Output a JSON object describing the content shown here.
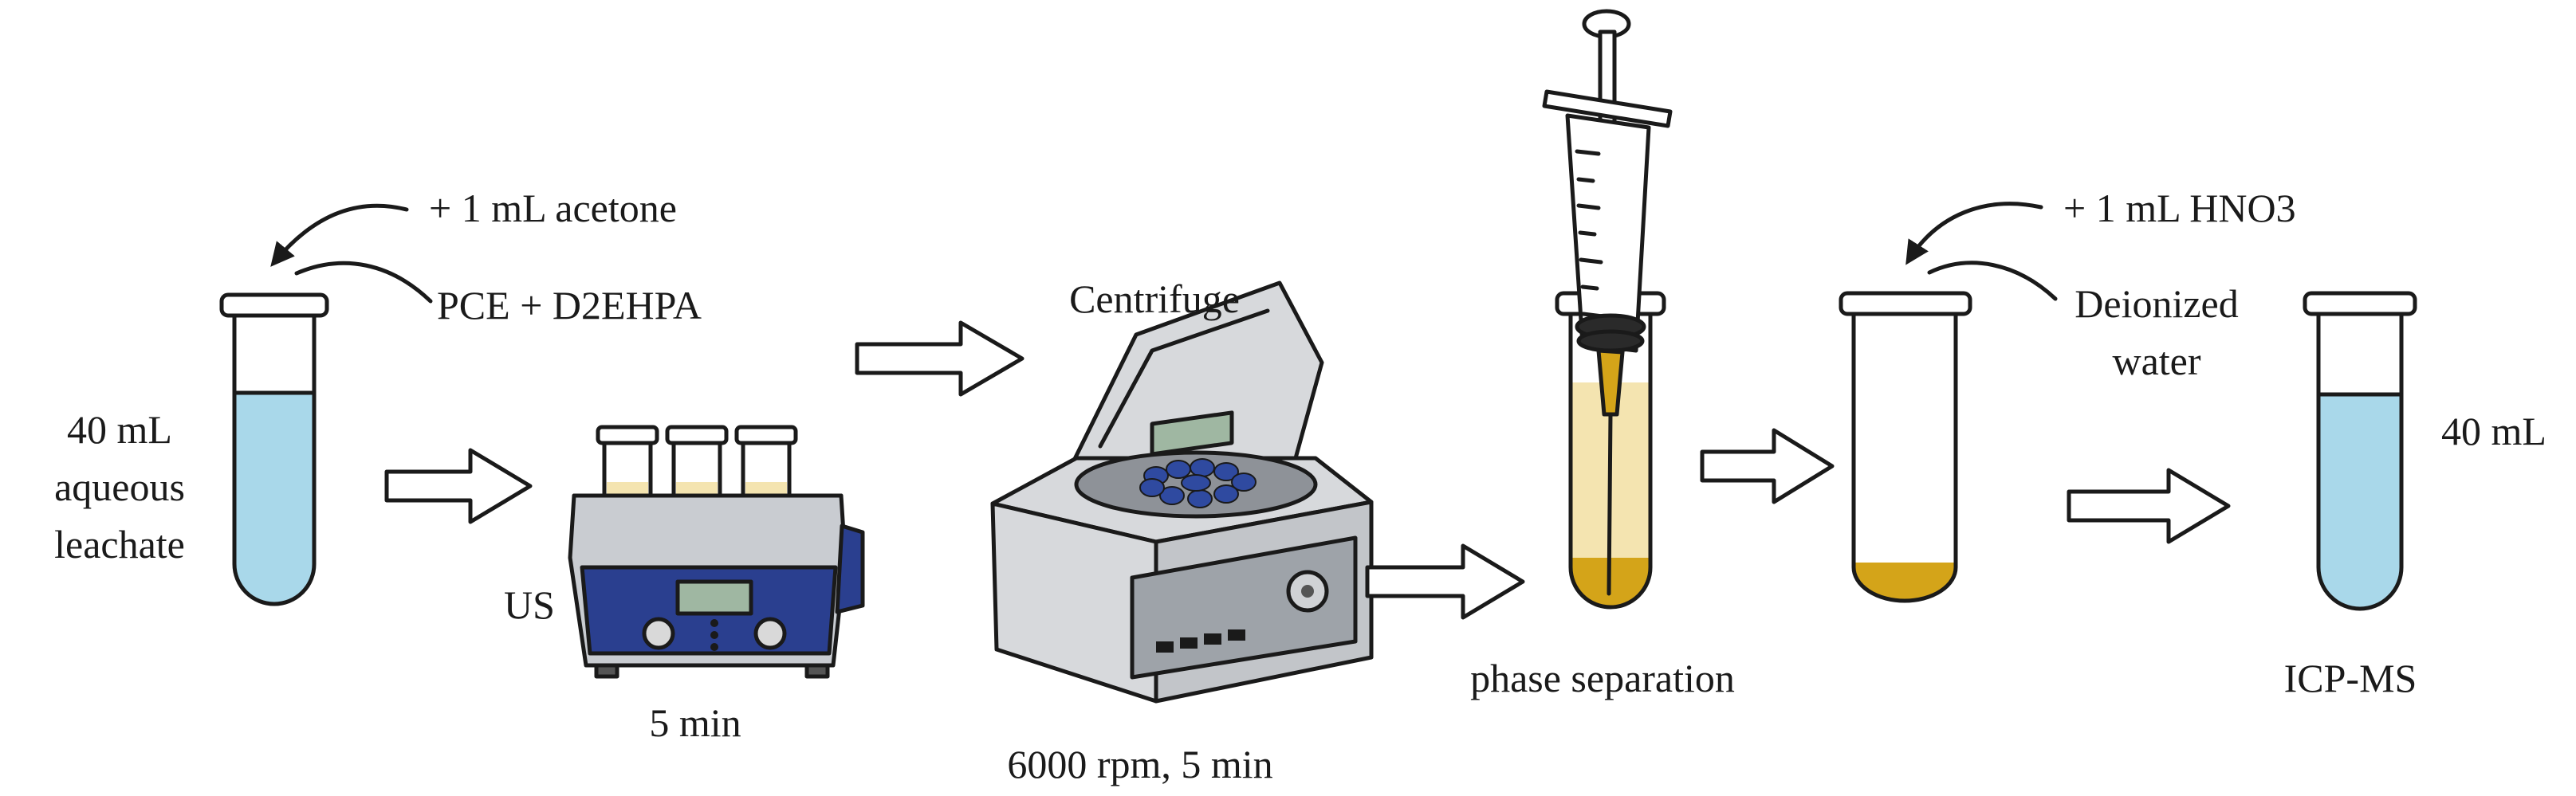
{
  "labels": {
    "reagent_acetone": "+ 1 mL acetone",
    "reagent_pce": "PCE + D2EHPA",
    "volume_line1": "40 mL",
    "volume_line2": "aqueous",
    "volume_line3": "leachate",
    "us": "US",
    "us_time": "5 min",
    "centrifuge": "Centrifuge",
    "centrifuge_params": "6000 rpm, 5 min",
    "phase_separation": "phase separation",
    "reagent_hno3": "+ 1 mL HNO3",
    "deionized_line1": "Deionized",
    "deionized_line2": "water",
    "final_volume": "40 mL",
    "icpms": "ICP-MS",
    "ultrasonic_display": "",
    "centrifuge_display": ""
  },
  "colors": {
    "aqueous": "#a9d8ea",
    "organic": "#f4e4b0",
    "sediment": "#d4a419",
    "bath_body": "#c9ccd1",
    "bath_panel": "#2a3f8f",
    "bath_water": "#e9eef3",
    "centrifuge_body": "#d7d9dc",
    "rotor": "#2f4aa0",
    "ink": "#1a1a1a",
    "glass": "#ffffff"
  }
}
